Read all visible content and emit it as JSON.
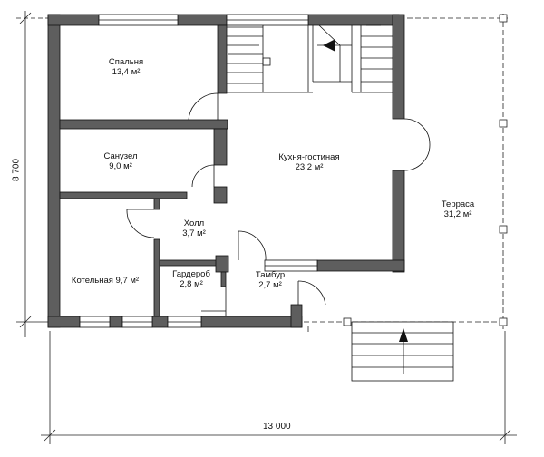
{
  "rooms": [
    {
      "id": "bedroom",
      "name": "Спальня",
      "area": "13,4 м²"
    },
    {
      "id": "bathroom",
      "name": "Санузел",
      "area": "9,0 м²"
    },
    {
      "id": "hall",
      "name": "Холл",
      "area": "3,7 м²"
    },
    {
      "id": "boiler",
      "name": "Котельная 9,7 м²",
      "area": ""
    },
    {
      "id": "wardrobe",
      "name": "Гардероб",
      "area": "2,8 м²"
    },
    {
      "id": "vestibule",
      "name": "Тамбур",
      "area": "2,7 м²"
    },
    {
      "id": "kitchen",
      "name": "Кухня-гостиная",
      "area": "23,2 м²"
    },
    {
      "id": "terrace",
      "name": "Терраса",
      "area": "31,2 м²"
    }
  ],
  "dimensions": {
    "height": "8 700",
    "width": "13 000"
  },
  "colors": {
    "wall": "#5e5e5e",
    "line": "#111111",
    "background": "#ffffff"
  }
}
